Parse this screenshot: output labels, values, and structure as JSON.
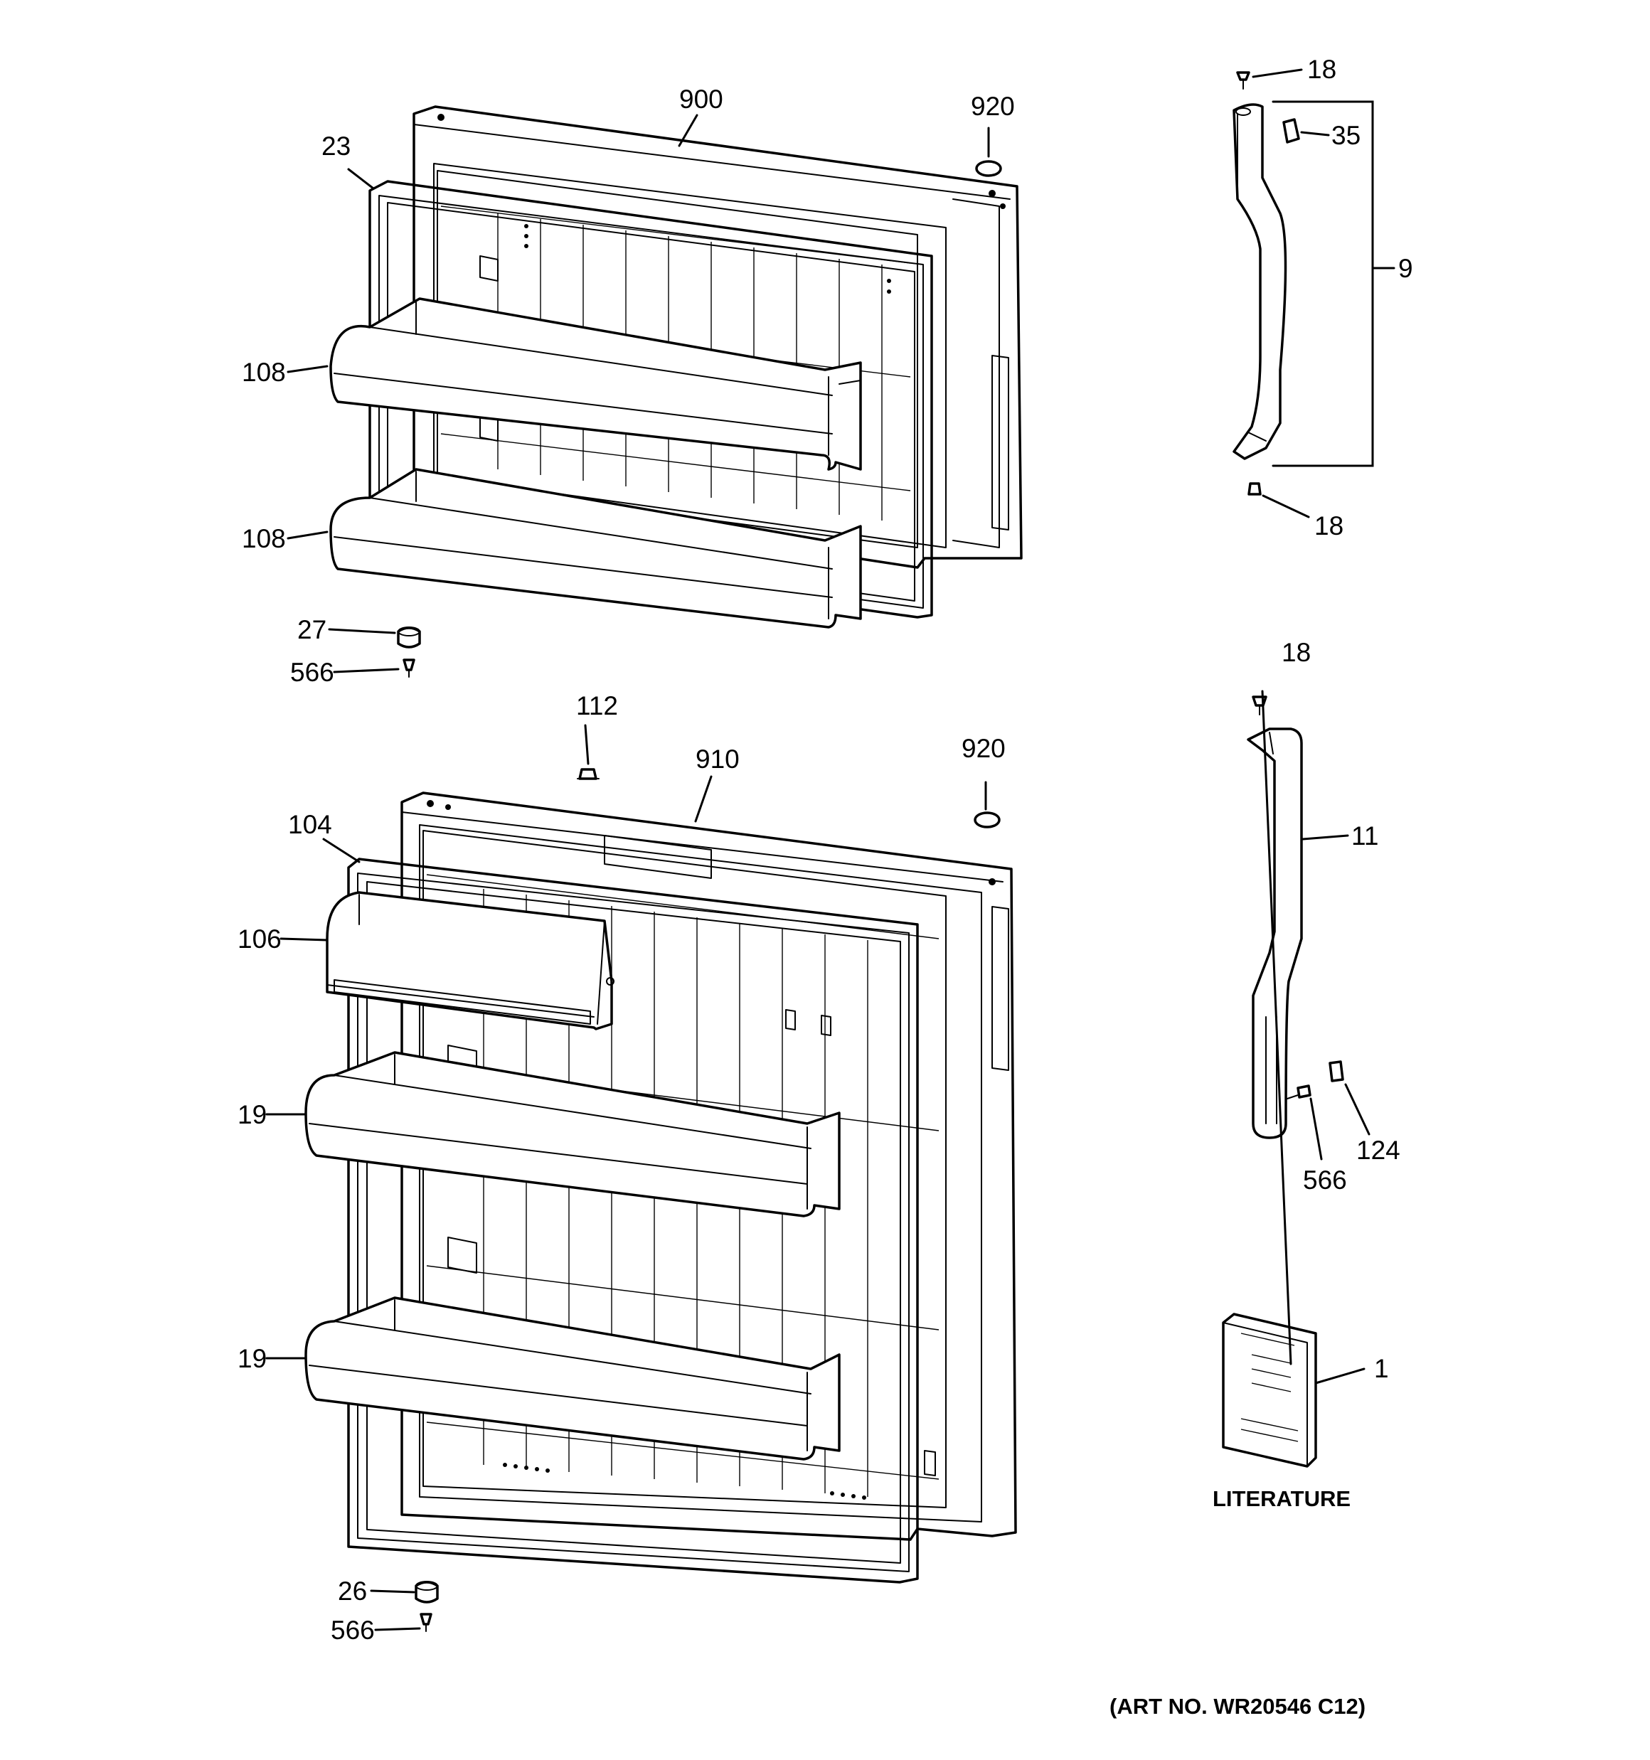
{
  "callouts": {
    "c900": "900",
    "c920_top": "920",
    "c23": "23",
    "c108_a": "108",
    "c108_b": "108",
    "c27": "27",
    "c566_a": "566",
    "c18_a": "18",
    "c35": "35",
    "c9": "9",
    "c18_b": "18",
    "c112": "112",
    "c910": "910",
    "c920_bottom": "920",
    "c104": "104",
    "c106": "106",
    "c19_a": "19",
    "c19_b": "19",
    "c26": "26",
    "c566_b": "566",
    "c18_c": "18",
    "c11": "11",
    "c124": "124",
    "c566_c": "566",
    "c1": "1"
  },
  "literature_label": "LITERATURE",
  "art_number": "(ART NO. WR20546 C12)"
}
